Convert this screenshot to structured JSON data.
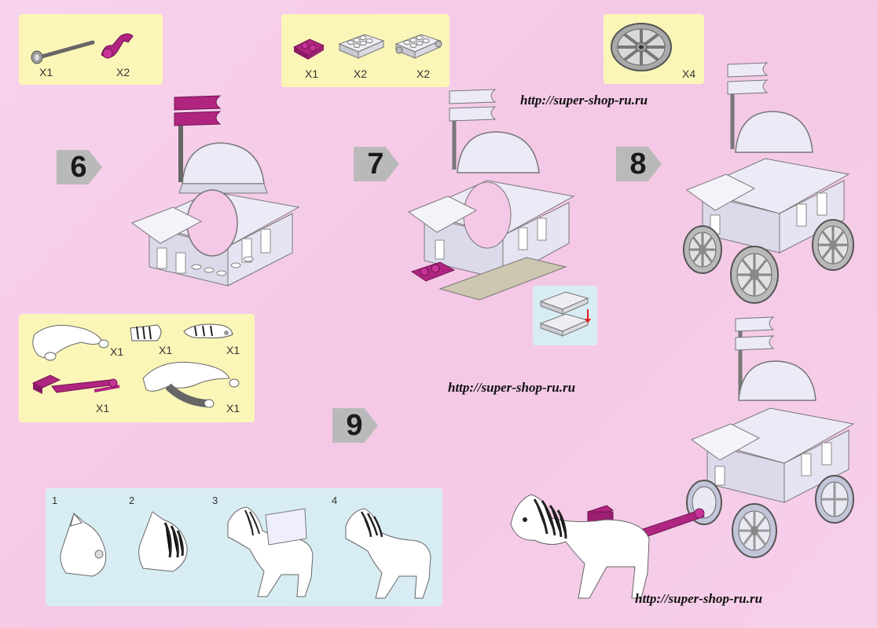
{
  "steps": [
    "6",
    "7",
    "8",
    "9"
  ],
  "urls": [
    "http://super-shop-ru.ru",
    "http://super-shop-ru.ru",
    "http://super-shop-ru.ru"
  ],
  "parts_step6": [
    "X1",
    "X2"
  ],
  "parts_step7": [
    "X1",
    "X2",
    "X2"
  ],
  "parts_step8": [
    "X4"
  ],
  "parts_step9": [
    "X1",
    "X1",
    "X1",
    "X1",
    "X1"
  ],
  "horse_substeps": [
    "1",
    "2",
    "3",
    "4"
  ],
  "colors": {
    "background": "#f6cdea",
    "parts_box": "#fbf6b8",
    "detail_box": "#d7edf3",
    "magenta_part": "#b02580",
    "carriage_white": "#eceaf6",
    "wheel_grey": "#9a9a9a"
  },
  "icons": [
    "flag-icon",
    "wheel-icon",
    "brick-icon",
    "horse-icon",
    "carriage-icon"
  ]
}
